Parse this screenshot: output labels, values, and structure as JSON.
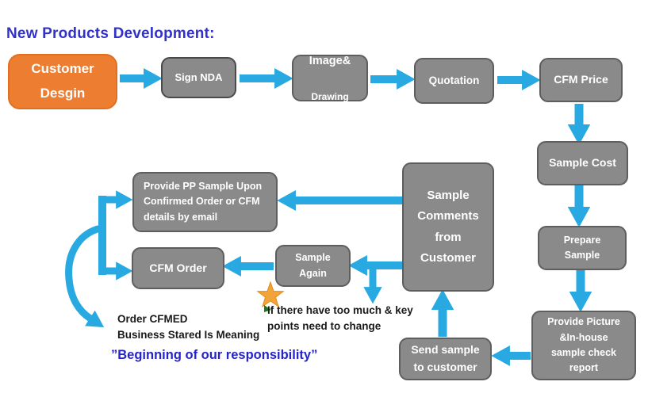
{
  "title": "New Products Development:",
  "nodes": {
    "customer": {
      "label": "Customer\nDesgin"
    },
    "sign_nda": {
      "label": "Sign NDA"
    },
    "image": {
      "line1": "Image&",
      "line2": "Drawing"
    },
    "quotation": {
      "label": "Quotation"
    },
    "cfm_price": {
      "label": "CFM Price"
    },
    "sample_cost": {
      "label": "Sample Cost"
    },
    "prepare_sample": {
      "label": "Prepare\nSample"
    },
    "provide_picture": {
      "label": "Provide Picture\n&In-house\nsample check\nreport"
    },
    "send_sample": {
      "label": "Send sample\nto customer"
    },
    "sample_comments": {
      "label": "Sample\nComments\nfrom\nCustomer"
    },
    "provide_pp": {
      "label": "Provide PP Sample Upon\nConfirmed Order or CFM\ndetails by email"
    },
    "cfm_order": {
      "label": "CFM Order"
    },
    "sample_again": {
      "label": "Sample\nAgain"
    }
  },
  "annotations": {
    "order_note": "Order CFMED\nBusiness Stared Is  Meaning",
    "responsibility": "”Beginning of our responsibility”",
    "change_note": "If there have too much & key\npoints need to change"
  },
  "colors": {
    "arrow_blue": "#29A9E1",
    "box_gray": "#8A8A8A",
    "box_orange": "#ED7D31",
    "title_blue": "#3232C8",
    "star_gold": "#F2A33C"
  }
}
